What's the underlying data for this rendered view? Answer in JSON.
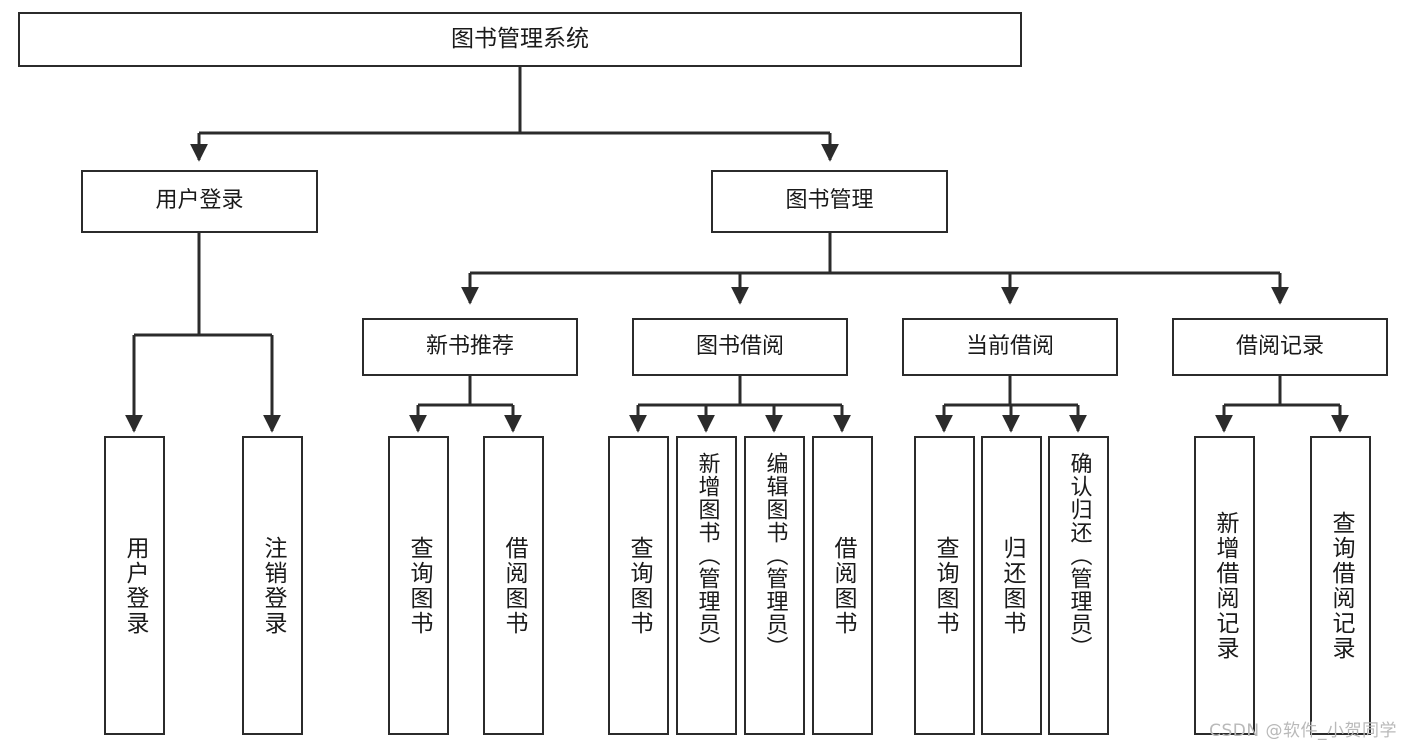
{
  "diagram": {
    "type": "tree-hierarchy",
    "title": "图书管理系统",
    "watermark": "CSDN @软件_小贺同学",
    "colors": {
      "stroke": "#2b2b2b",
      "fill": "#ffffff",
      "text": "#1a1a1a",
      "watermark": "#b9b9b9"
    },
    "nodes": {
      "root": {
        "label": "图书管理系统",
        "level": 1
      },
      "user_login": {
        "label": "用户登录",
        "level": 2
      },
      "book_manage": {
        "label": "图书管理",
        "level": 2
      },
      "new_book_rec": {
        "label": "新书推荐",
        "level": 3
      },
      "book_borrow": {
        "label": "图书借阅",
        "level": 3
      },
      "current_borrow": {
        "label": "当前借阅",
        "level": 3
      },
      "borrow_record": {
        "label": "借阅记录",
        "level": 3
      },
      "leaf_user_login": {
        "label": "用户登录",
        "level": 4
      },
      "leaf_logout": {
        "label": "注销登录",
        "level": 4
      },
      "leaf_query_book_1": {
        "label": "查询图书",
        "level": 4
      },
      "leaf_borrow_book_1": {
        "label": "借阅图书",
        "level": 4
      },
      "leaf_query_book_2": {
        "label": "查询图书",
        "level": 4
      },
      "leaf_add_book": {
        "label": "新增图书（管理员）",
        "level": 4
      },
      "leaf_edit_book": {
        "label": "编辑图书（管理员）",
        "level": 4
      },
      "leaf_borrow_book_2": {
        "label": "借阅图书",
        "level": 4
      },
      "leaf_query_book_3": {
        "label": "查询图书",
        "level": 4
      },
      "leaf_return_book": {
        "label": "归还图书",
        "level": 4
      },
      "leaf_confirm_return": {
        "label": "确认归还（管理员）",
        "level": 4
      },
      "leaf_add_record": {
        "label": "新增借阅记录",
        "level": 4
      },
      "leaf_query_record": {
        "label": "查询借阅记录",
        "level": 4
      }
    }
  }
}
